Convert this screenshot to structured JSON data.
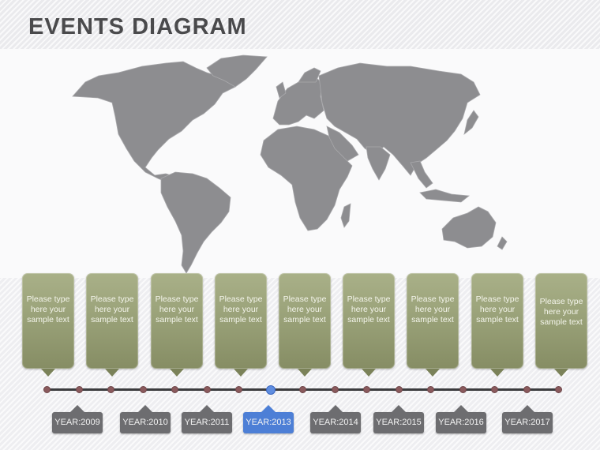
{
  "title": "EVENTS DIAGRAM",
  "colors": {
    "card": "#9aa279",
    "map": "#8d8d90",
    "year_tag": "#6d6d70",
    "year_tag_active": "#4d7fd6",
    "node": "#8a5a5d",
    "node_active": "#5f8de0"
  },
  "cards": [
    {
      "text": "Please type here your sample text"
    },
    {
      "text": "Please type here your sample text"
    },
    {
      "text": "Please type here your sample text"
    },
    {
      "text": "Please type here your sample text"
    },
    {
      "text": "Please type here your sample text"
    },
    {
      "text": "Please type here your sample text"
    },
    {
      "text": "Please type here your sample text"
    },
    {
      "text": "Please type here your sample text"
    },
    {
      "text": "Please type here your sample text"
    }
  ],
  "years": [
    {
      "label": "YEAR:2009"
    },
    {
      "label": "YEAR:2010"
    },
    {
      "label": "YEAR:2011"
    },
    {
      "label": "YEAR:2013",
      "active": true
    },
    {
      "label": "YEAR:2014"
    },
    {
      "label": "YEAR:2015"
    },
    {
      "label": "YEAR:2016"
    },
    {
      "label": "YEAR:2017"
    }
  ]
}
